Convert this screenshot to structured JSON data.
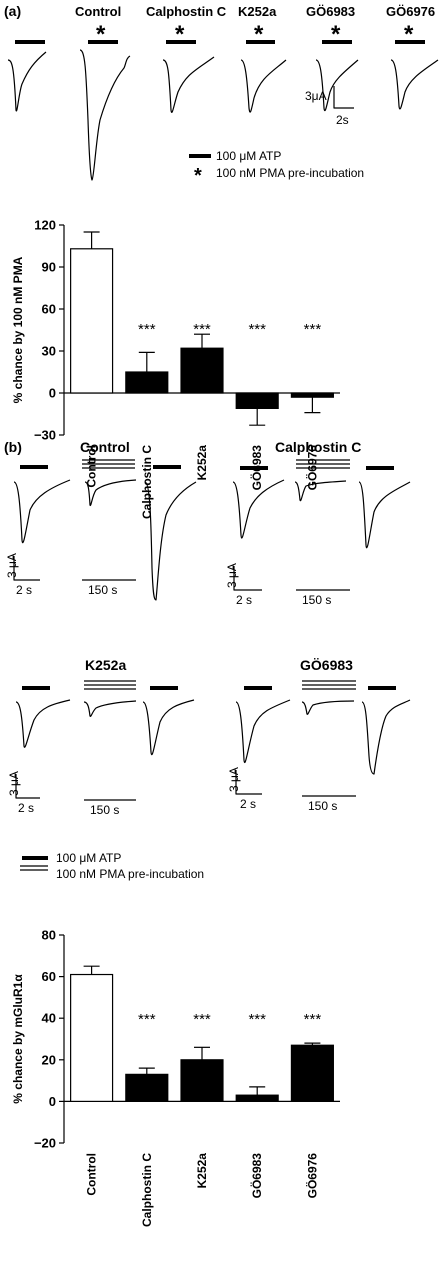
{
  "panel_a": {
    "label": "(a)",
    "trace_titles": [
      "Control",
      "Calphostin C",
      "K252a",
      "GÖ6983",
      "GÖ6976"
    ],
    "star": "*",
    "scalebar": {
      "y": "3μA",
      "x": "2s"
    },
    "legend": [
      {
        "symbol": "bar",
        "text": "100 μM ATP"
      },
      {
        "symbol": "star",
        "text": "100 nM PMA pre-incubation"
      }
    ]
  },
  "panel_b": {
    "label": "(b)",
    "group_titles": [
      "Control",
      "Calphostin C",
      "K252a",
      "GÖ6983"
    ],
    "scalebar_y": "3 μA",
    "scalebar_x1": "2 s",
    "scalebar_x2": "150 s",
    "legend": [
      {
        "symbol": "bar",
        "text": "100 μM ATP"
      },
      {
        "symbol": "double",
        "text": "100 nM PMA pre-incubation"
      }
    ]
  },
  "chart_data": [
    {
      "type": "bar",
      "ylabel": "% chance by 100 nM PMA",
      "categories": [
        "Control",
        "Calphostin C",
        "K252a",
        "GÖ6983",
        "GÖ6976"
      ],
      "values": [
        103,
        15,
        32,
        -11,
        -3
      ],
      "errors": [
        12,
        14,
        10,
        12,
        11
      ],
      "fill": [
        "#ffffff",
        "#000000",
        "#000000",
        "#000000",
        "#000000"
      ],
      "annotations": [
        "",
        "***",
        "***",
        "***",
        "***"
      ],
      "yticks": [
        -30,
        0,
        30,
        60,
        90,
        120
      ],
      "ylim": [
        -30,
        120
      ]
    },
    {
      "type": "bar",
      "ylabel": "% chance by mGluR1α",
      "categories": [
        "Control",
        "Calphostin C",
        "K252a",
        "GÖ6983",
        "GÖ6976"
      ],
      "values": [
        61,
        13,
        20,
        3,
        27
      ],
      "errors": [
        4,
        3,
        6,
        4,
        1
      ],
      "fill": [
        "#ffffff",
        "#000000",
        "#000000",
        "#000000",
        "#000000"
      ],
      "annotations": [
        "",
        "***",
        "***",
        "***",
        "***"
      ],
      "yticks": [
        -20,
        0,
        20,
        40,
        60,
        80
      ],
      "ylim": [
        -20,
        80
      ]
    }
  ]
}
